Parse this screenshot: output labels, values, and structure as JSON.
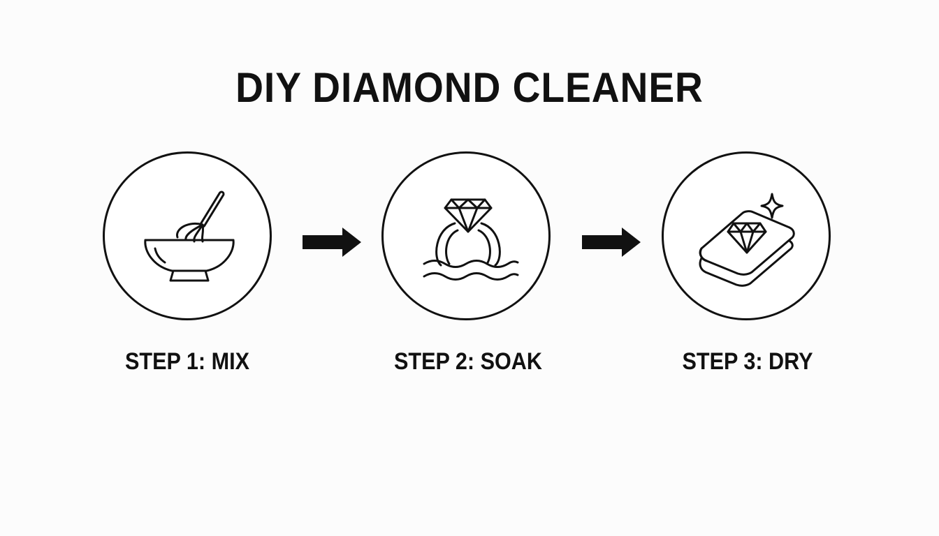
{
  "title": "DIY DIAMOND CLEANER",
  "steps": [
    {
      "label": "STEP 1: MIX",
      "icon": "bowl-whisk-icon"
    },
    {
      "label": "STEP 2: SOAK",
      "icon": "ring-in-water-icon"
    },
    {
      "label": "STEP 3: DRY",
      "icon": "diamond-on-cloth-icon"
    }
  ],
  "colors": {
    "stroke": "#111111",
    "background": "#fcfcfc"
  }
}
